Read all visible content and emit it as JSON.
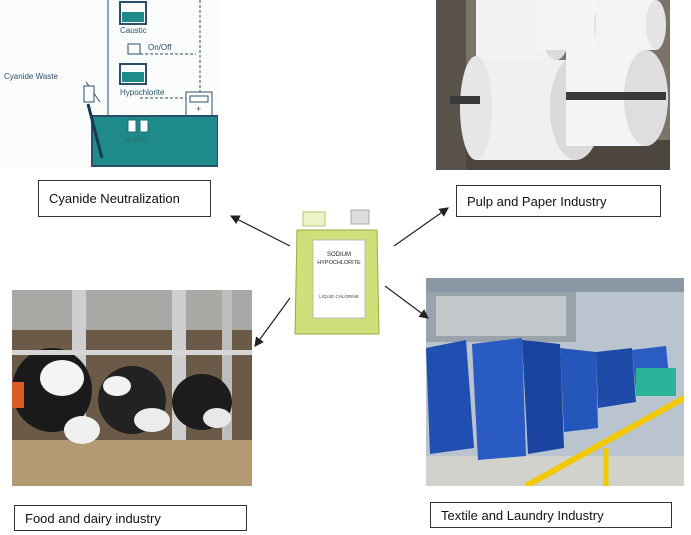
{
  "diagram": {
    "center_jug": {
      "label_line1": "SODIUM",
      "label_line2": "HYPOCHLORITE",
      "label_line3": "LIQUID CHLORINE",
      "color": "#cfe07a"
    },
    "nodes": [
      {
        "id": "cyanide",
        "label": "Cyanide Neutralization"
      },
      {
        "id": "pulp",
        "label": "Pulp and Paper Industry"
      },
      {
        "id": "food",
        "label": "Food and dairy industry"
      },
      {
        "id": "textile",
        "label": "Textile and Laundry Industry"
      }
    ],
    "cyanide_panel": {
      "caustic": "Caustic",
      "onoff": "On/Off",
      "hypochlorite": "Hypochlorite",
      "cyanide_waste": "Cyanide Waste",
      "ph_orp": "pH  ORP"
    },
    "colors": {
      "accent_teal": "#1f8a8a",
      "arrow": "#222222",
      "paper_roll": "#eeeeee",
      "cloth_blue": "#1f4fb0",
      "rail_yellow": "#f2c800"
    }
  }
}
